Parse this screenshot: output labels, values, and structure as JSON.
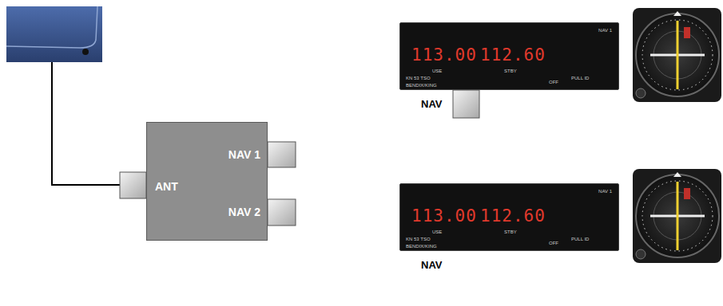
{
  "diagram": {
    "nodes": [
      {
        "text": [
          "ANT",
          "NAV 1",
          "NAV 2"
        ]
      },
      {
        "text": [
          "113.00",
          "112.60",
          "USE",
          "STBY",
          "NAV 1",
          "KN 53 TSO",
          "BENDIX/KING",
          "OFF",
          "PULL ID",
          "NAV"
        ]
      },
      {
        "text": [
          "113.00",
          "112.60",
          "USE",
          "STBY",
          "NAV 1",
          "KN 53 TSO",
          "BENDIX/KING",
          "OFF",
          "PULL ID",
          "NAV"
        ]
      }
    ],
    "edges": [
      {
        "from": 0,
        "to": 1,
        "arrow": "none"
      },
      {
        "from": 0,
        "to": 2,
        "arrow": "none"
      }
    ]
  }
}
